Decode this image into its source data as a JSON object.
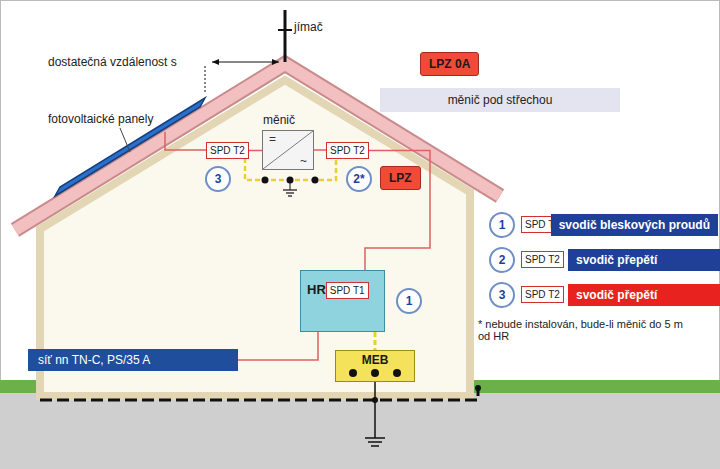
{
  "diagram": {
    "nodes": [
      {
        "text": [
          "LPZ 0A"
        ]
      },
      {
        "text": [
          "měnič pod střechou"
        ]
      },
      {
        "text": [
          "měnič",
          "=",
          "~"
        ]
      },
      {
        "text": [
          "SPD T2"
        ]
      },
      {
        "text": [
          "SPD T2"
        ]
      },
      {
        "text": [
          "3"
        ]
      },
      {
        "text": [
          "2*"
        ]
      },
      {
        "text": [
          "LPZ"
        ]
      },
      {
        "text": [
          "1"
        ]
      },
      {
        "text": [
          "SPD T1"
        ]
      },
      {
        "text": [
          "2"
        ]
      },
      {
        "text": [
          "SPD T2"
        ]
      },
      {
        "text": [
          "3"
        ]
      },
      {
        "text": [
          "SPD T2"
        ]
      },
      {
        "text": [
          "HR"
        ]
      },
      {
        "text": [
          "SPD T1"
        ],
        "in": 14
      },
      {
        "text": [
          "1"
        ]
      },
      {
        "text": [
          "MEB"
        ]
      },
      {
        "text": [
          "síť nn TN-C, PS/35 A"
        ]
      }
    ],
    "edges": [
      {
        "from": 18,
        "to": 14,
        "arrow": "none"
      },
      {
        "from": 3,
        "to": 2,
        "arrow": "none"
      },
      {
        "from": 2,
        "to": 4,
        "arrow": "none"
      },
      {
        "from": 4,
        "to": 14,
        "arrow": "none"
      },
      {
        "from": 14,
        "to": 17,
        "arrow": "none"
      }
    ],
    "labels": [
      "jímač",
      "dostatečná vzdálenost s",
      "fotovoltaické panely",
      "* nebude instalován, bude-li měnič do 5 m od HR"
    ],
    "legend": [
      {
        "text": "svodič bleskových proudů",
        "color": "#1f3f99"
      },
      {
        "text": "svodič přepětí",
        "color": "#1f3f99"
      },
      {
        "text": "svodič přepětí",
        "color": "#e8231f"
      }
    ]
  }
}
